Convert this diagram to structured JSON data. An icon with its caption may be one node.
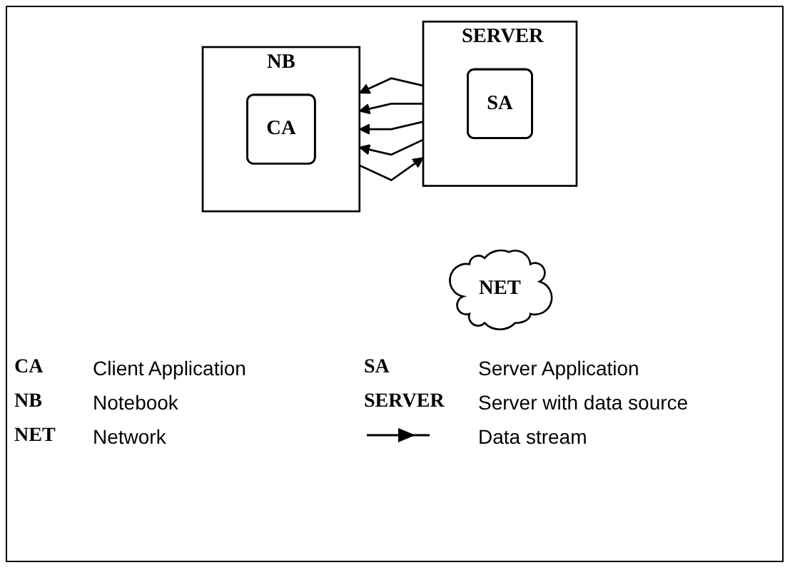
{
  "diagram": {
    "nodes": [
      {
        "text": [
          "NB"
        ]
      },
      {
        "text": [
          "CA"
        ],
        "in": 0
      },
      {
        "text": [
          "NET"
        ]
      },
      {
        "text": [
          "SERVER"
        ]
      },
      {
        "text": [
          "SA"
        ],
        "in": 3
      }
    ],
    "edges": [
      {
        "from": 0,
        "to": 3,
        "arrow": "to"
      },
      {
        "from": 3,
        "to": 0,
        "arrow": "to"
      },
      {
        "from": 3,
        "to": 0,
        "arrow": "to"
      },
      {
        "from": 3,
        "to": 0,
        "arrow": "to"
      },
      {
        "from": 3,
        "to": 0,
        "arrow": "to"
      }
    ],
    "labels": [
      "CA",
      "Client Application",
      "SA",
      "Server Application",
      "NB",
      "Notebook",
      "SERVER",
      "Server with data source",
      "NET",
      "Network"
    ],
    "legend": [
      {
        "text": "Data stream"
      }
    ]
  }
}
